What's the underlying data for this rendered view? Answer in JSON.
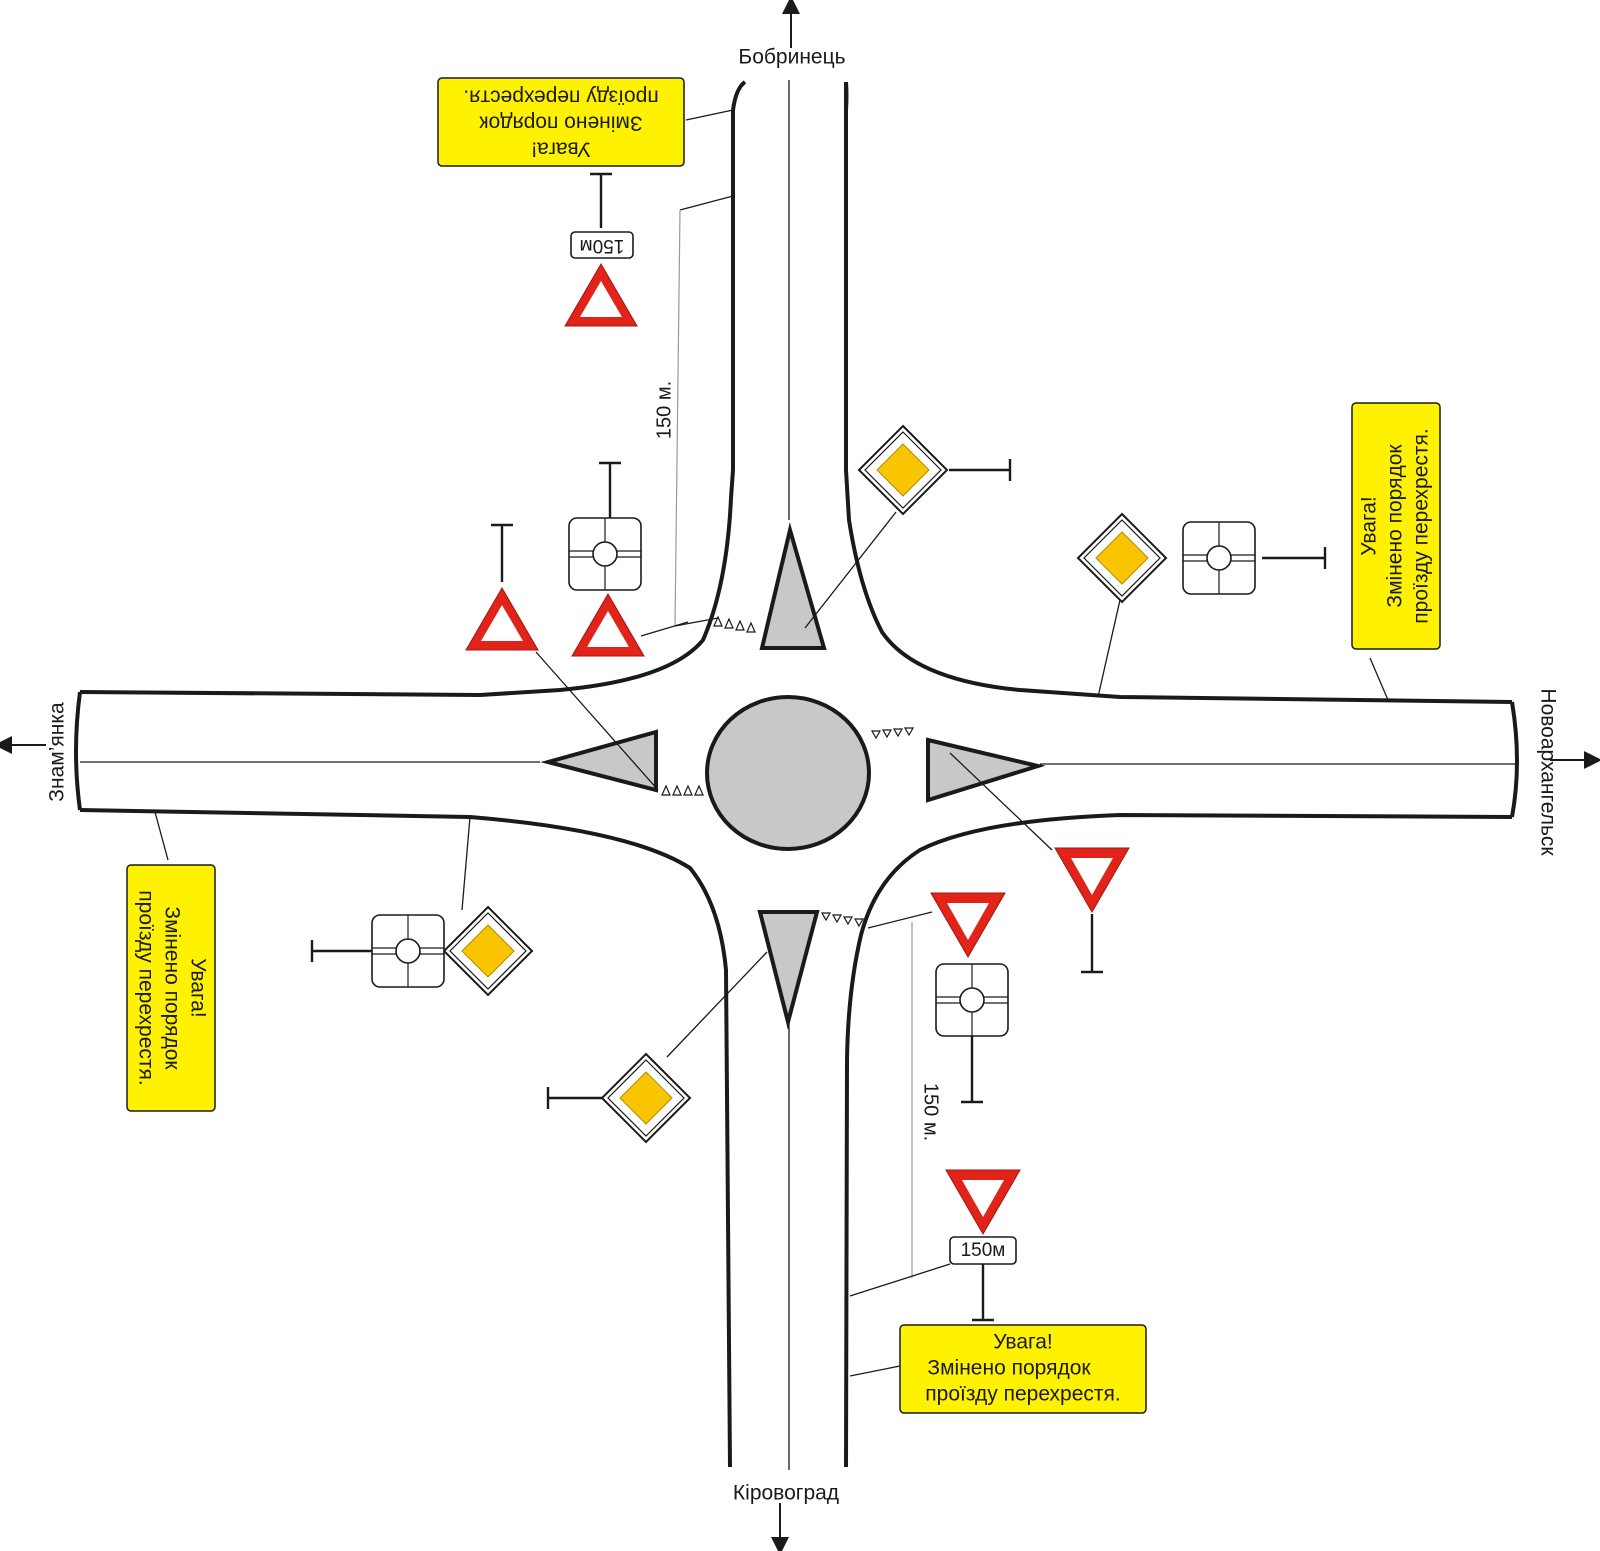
{
  "directions": {
    "north": "Бобринець",
    "south": "Кіровоград",
    "west": "Знам’янка",
    "east": "Новоархангельск"
  },
  "notice": {
    "line1": "Увага!",
    "line2": "Змінено порядок",
    "line3": "проїзду перехрестя."
  },
  "distance_label": "150 м.",
  "distance_plate": "150м",
  "colors": {
    "sign_red": "#e2231a",
    "sign_yellow": "#f9c400",
    "notice_yellow": "#fff200",
    "island_gray": "#c8c8c8"
  },
  "icons": [
    "give-way-sign",
    "main-road-sign",
    "roundabout-sign",
    "distance-plate",
    "direction-arrow"
  ]
}
